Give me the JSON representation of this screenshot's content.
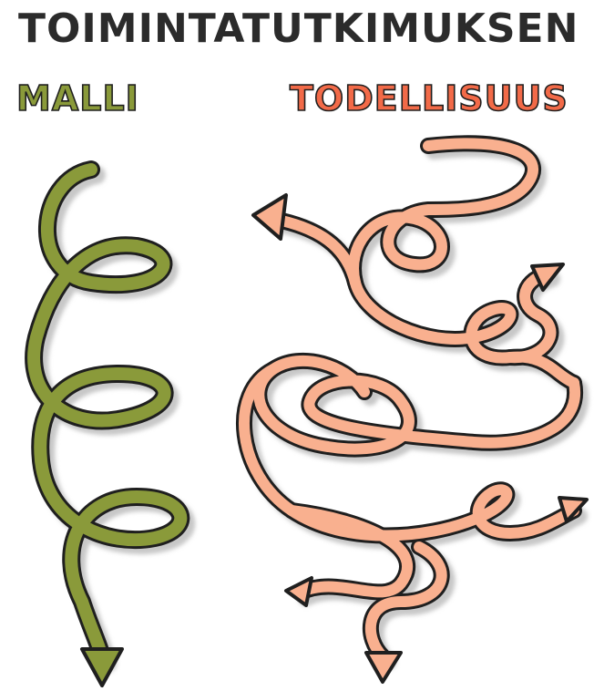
{
  "title": "TOIMINTATUTKIMUKSEN",
  "labels": {
    "model": "MALLI",
    "reality": "TODELLISUUS"
  },
  "colors": {
    "title": "#2b2b2b",
    "model": "#8a9a3a",
    "reality": "#f26a48",
    "reality_arrow_fill": "#f9b08f",
    "outline": "#1f1f1f",
    "shadow": "#c8c8c8"
  }
}
